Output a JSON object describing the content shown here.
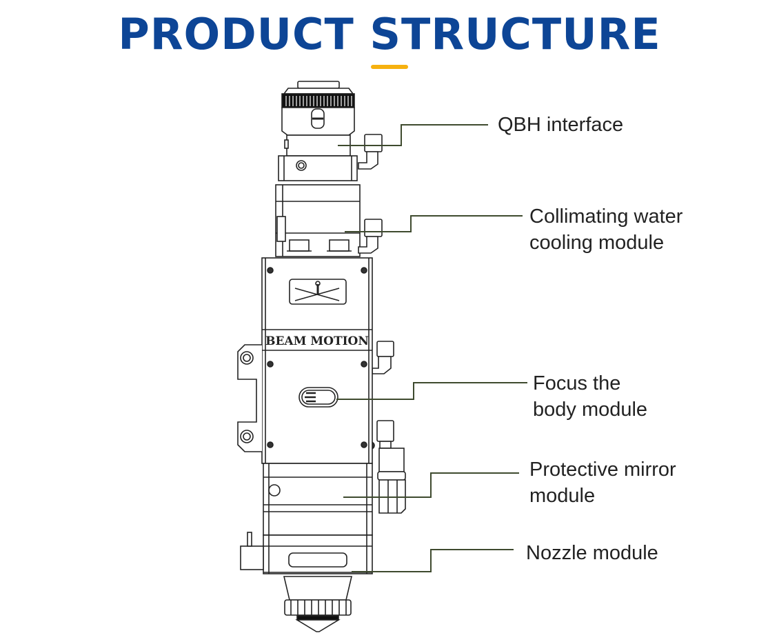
{
  "header": {
    "title": "PRODUCT STRUCTURE",
    "title_color": "#0d4596",
    "accent_color": "#f6b10f"
  },
  "device": {
    "brand_plate": "BEAM MOTION",
    "line_color": "#222222",
    "leader_color": "#3e4a2e"
  },
  "callouts": [
    {
      "id": "qbh",
      "label": "QBH interface"
    },
    {
      "id": "collimating",
      "label": "Collimating water\ncooling module"
    },
    {
      "id": "focus",
      "label": "Focus the\nbody module"
    },
    {
      "id": "protective",
      "label": "Protective mirror\nmodule"
    },
    {
      "id": "nozzle",
      "label": "Nozzle module"
    }
  ]
}
